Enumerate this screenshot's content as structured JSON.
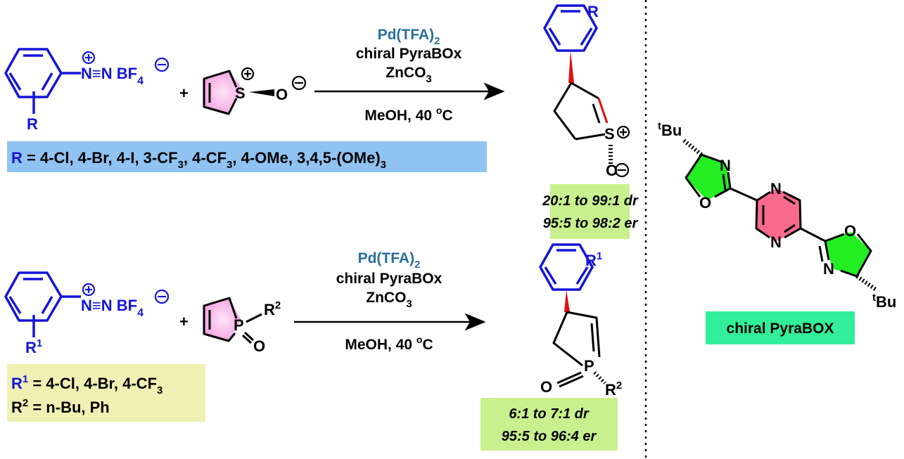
{
  "reaction1": {
    "reagent_label": "N≡N BF",
    "reagent_sub": "4",
    "r_label": "R",
    "plus": "+",
    "s_label": "S",
    "o_label": "O",
    "conditions": {
      "catalyst": "Pd(TFA)",
      "catalyst_sub": "2",
      "ligand": "chiral PyraBOx",
      "base": "ZnCO",
      "base_sub": "3",
      "solvent": "MeOH, 40 ",
      "temp_sup": "o",
      "temp_unit": "C"
    },
    "substituents": {
      "r": "R",
      "text_a": " = 4-Cl, 4-Br, 4-I, 3-CF",
      "sub1": "3",
      "text_b": ", 4-CF",
      "sub2": "3",
      "text_c": ", 4-OMe, 3,4,5-(OMe)",
      "sub3": "3"
    },
    "product_r": "R",
    "product_s": "S",
    "product_o": "O",
    "selectivity": {
      "dr": "20:1 to 99:1 dr",
      "er": "95:5 to 98:2 er"
    }
  },
  "reaction2": {
    "reagent_label": "N≡N BF",
    "reagent_sub": "4",
    "r_label": "R",
    "r_sup": "1",
    "plus": "+",
    "p_label": "P",
    "r2_label": "R",
    "r2_sup": "2",
    "o_label": "O",
    "conditions": {
      "catalyst": "Pd(TFA)",
      "catalyst_sub": "2",
      "ligand": "chiral PyraBOx",
      "base": "ZnCO",
      "base_sub": "3",
      "solvent": "MeOH, 40 ",
      "temp_sup": "o",
      "temp_unit": "C"
    },
    "substituents": {
      "r1": "R",
      "r1_sup": "1",
      "r1_text": " = 4-Cl, 4-Br, 4-CF",
      "r1_sub": "3",
      "r2": "R",
      "r2_sup": "2",
      "r2_text": " = n-Bu, Ph"
    },
    "selectivity": {
      "dr": "6:1 to 7:1 dr",
      "er": "95:5 to 96:4 er"
    }
  },
  "ligand": {
    "tbu_sup": "t",
    "tbu": "Bu",
    "n": "N",
    "o": "O",
    "name": "chiral PyraBOX"
  },
  "colors": {
    "aryl": "#1515d8",
    "blue_box": "#91c3f2",
    "green_box": "#c8f08e",
    "yellow_box": "#f0f0b4",
    "ligand_box": "#33ee99",
    "pyrazine": "#f76a8c",
    "oxazoline": "#22ee22"
  }
}
